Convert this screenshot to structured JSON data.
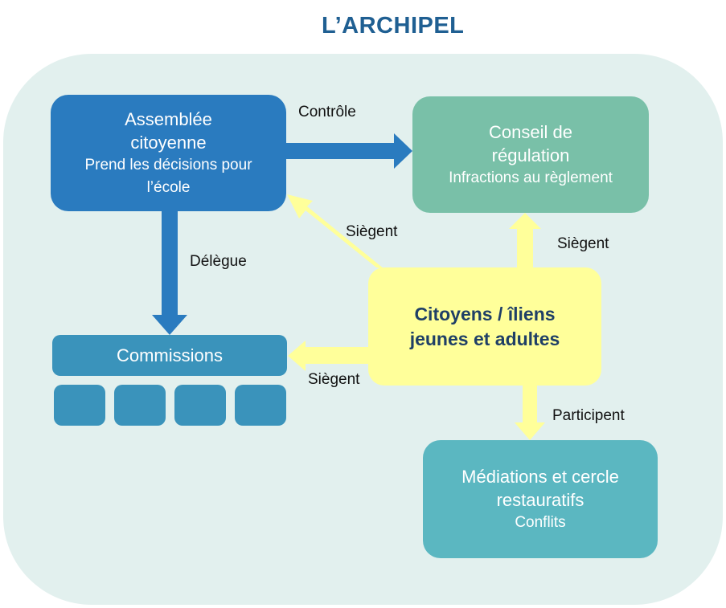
{
  "title": "L’ARCHIPEL",
  "nodes": {
    "assemblee": {
      "title_line1": "Assemblée",
      "title_line2": "citoyenne",
      "subtitle_line1": "Prend les décisions pour",
      "subtitle_line2": "l’école"
    },
    "conseil": {
      "title_line1": "Conseil de",
      "title_line2": "régulation",
      "subtitle": "Infractions au règlement"
    },
    "commissions": {
      "title": "Commissions"
    },
    "citoyens": {
      "line1": "Citoyens / îliens",
      "line2": "jeunes et adultes"
    },
    "mediations": {
      "title_line1": "Médiations et cercle",
      "title_line2": "restauratifs",
      "subtitle": "Conflits"
    }
  },
  "edges": {
    "controle": "Contrôle",
    "delegue": "Délègue",
    "siegent_assemblee": "Siègent",
    "siegent_conseil": "Siègent",
    "siegent_commissions": "Siègent",
    "participent": "Participent"
  },
  "colors": {
    "title": "#1f5f92",
    "background_panel": "#e2f0ee",
    "assemblee": "#2a7bbf",
    "conseil": "#79c0a8",
    "commissions": "#3a93bb",
    "citoyens": "#ffff9a",
    "mediations": "#5bb7c1",
    "blue_arrow": "#2a7bbf",
    "yellow_arrow": "#ffff9a"
  }
}
